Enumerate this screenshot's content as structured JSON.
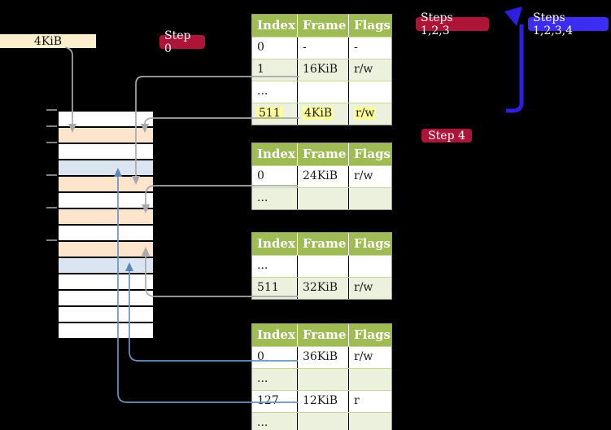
{
  "diagram_type": "4-level page table translation",
  "labels": {
    "frame_box": "4KiB",
    "step0": "Step 0",
    "steps123": "Steps 1,2,3",
    "steps1234": "Steps 1,2,3,4",
    "step4": "Step 4"
  },
  "tables": [
    {
      "name": "page-table-top",
      "headers": [
        "Index",
        "Frame",
        "Flags"
      ],
      "rows": [
        {
          "cells": [
            "0",
            "-",
            "-"
          ],
          "shade": "white",
          "highlight": false
        },
        {
          "cells": [
            "1",
            "16KiB",
            "r/w"
          ],
          "shade": "green",
          "highlight": false
        },
        {
          "cells": [
            "...",
            "",
            ""
          ],
          "shade": "white",
          "highlight": false
        },
        {
          "cells": [
            "511",
            "4KiB",
            "r/w"
          ],
          "shade": "green",
          "highlight": true
        }
      ]
    },
    {
      "name": "page-table-second",
      "headers": [
        "Index",
        "Frame",
        "Flags"
      ],
      "rows": [
        {
          "cells": [
            "0",
            "24KiB",
            "r/w"
          ],
          "shade": "white",
          "highlight": false
        },
        {
          "cells": [
            "...",
            "",
            ""
          ],
          "shade": "green",
          "highlight": false
        }
      ]
    },
    {
      "name": "page-table-third",
      "headers": [
        "Index",
        "Frame",
        "Flags"
      ],
      "rows": [
        {
          "cells": [
            "...",
            "",
            ""
          ],
          "shade": "white",
          "highlight": false
        },
        {
          "cells": [
            "511",
            "32KiB",
            "r/w"
          ],
          "shade": "green",
          "highlight": false
        }
      ]
    },
    {
      "name": "page-table-fourth",
      "headers": [
        "Index",
        "Frame",
        "Flags"
      ],
      "rows": [
        {
          "cells": [
            "0",
            "36KiB",
            "r/w"
          ],
          "shade": "white",
          "highlight": false
        },
        {
          "cells": [
            "...",
            "",
            ""
          ],
          "shade": "green",
          "highlight": false
        },
        {
          "cells": [
            "127",
            "12KiB",
            "r"
          ],
          "shade": "white",
          "highlight": false
        },
        {
          "cells": [
            "...",
            "",
            ""
          ],
          "shade": "green",
          "highlight": false
        }
      ]
    }
  ],
  "memory_column": {
    "rows": [
      {
        "type": "empty"
      },
      {
        "type": "page-table"
      },
      {
        "type": "empty"
      },
      {
        "type": "page"
      },
      {
        "type": "page-table"
      },
      {
        "type": "empty"
      },
      {
        "type": "page-table"
      },
      {
        "type": "empty"
      },
      {
        "type": "page-table"
      },
      {
        "type": "page"
      },
      {
        "type": "empty"
      },
      {
        "type": "empty"
      },
      {
        "type": "empty"
      },
      {
        "type": "empty"
      }
    ],
    "tick_count": 6
  },
  "colors": {
    "background": "#000000",
    "table_header_bg": "#9fbb53",
    "table_row_green": "#ebf1dd",
    "table_row_white": "#ffffff",
    "highlight_yellow": "#ffff99",
    "step_label_bg": "#ad1538",
    "steps1234_label_bg": "#3d2cf2",
    "flow_arrow_blue": "#2d1ee0",
    "memory_page_table_bg": "#fce4cd",
    "memory_page_bg": "#dbe5f1",
    "frame_box_bg": "#fbefcd",
    "connector_gray": "#a9a9a9",
    "connector_blue": "#6b92c3"
  }
}
